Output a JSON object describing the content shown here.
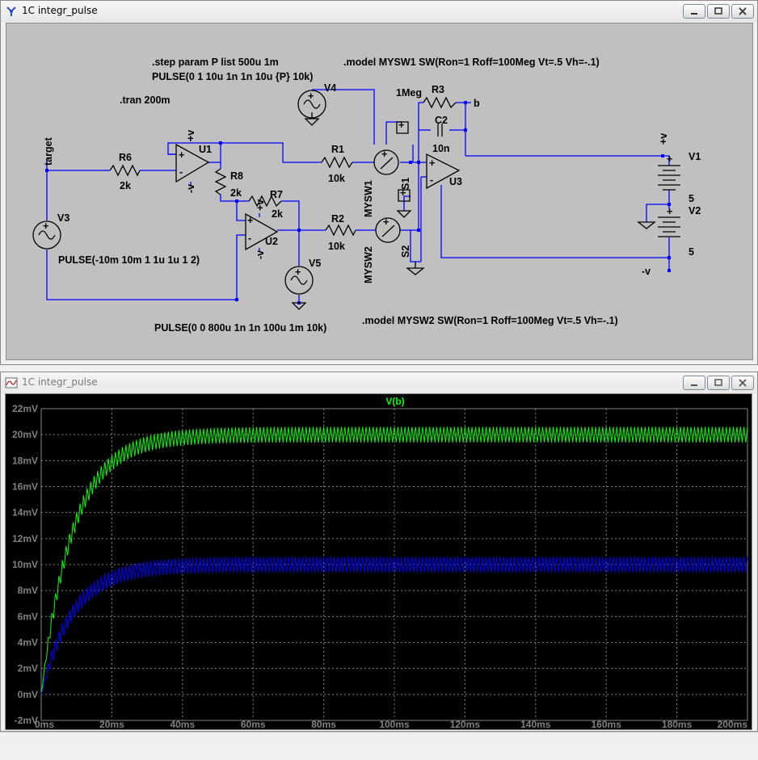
{
  "schematic_window": {
    "title": "1C integr_pulse"
  },
  "plot_window": {
    "title": "1C integr_pulse"
  },
  "schematic": {
    "directives": {
      "step": ".step param P list 500u 1m",
      "pulse_v4": "PULSE(0 1 10u 1n 1n 10u {P} 10k)",
      "tran": ".tran 200m",
      "model1": ".model MYSW1 SW(Ron=1 Roff=100Meg Vt=.5 Vh=-.1)",
      "model2": ".model MYSW2 SW(Ron=1 Roff=100Meg Vt=.5 Vh=-.1)",
      "pulse_v3": "PULSE(-10m 10m 1 1u 1u 1 2)",
      "pulse_v5": "PULSE(0 0 800u 1n 1n 100u 1m 10k)"
    },
    "labels": {
      "target": "target",
      "r6": "R6",
      "r6v": "2k",
      "u1": "U1",
      "r8": "R8",
      "r8v": "2k",
      "r7": "R7",
      "r7v": "2k",
      "u2": "U2",
      "r1": "R1",
      "r1v": "10k",
      "r2": "R2",
      "r2v": "10k",
      "v3": "V3",
      "v4": "V4",
      "v5": "V5",
      "mysw1": "MYSW1",
      "mysw2": "MYSW2",
      "s1": "S1",
      "s2": "S2",
      "r3": "R3",
      "r3v": "1Meg",
      "c2": "C2",
      "c2v": "10n",
      "u3": "U3",
      "b": "b",
      "v1": "V1",
      "v1v": "5",
      "v2": "V2",
      "v2v": "5",
      "plus_v": "+v",
      "minus_v": "-v",
      "plus_v_u1": "+v",
      "minus_v_u1": "-v",
      "plus_v_u2": "+v",
      "minus_v_u2": "-v",
      "plus_sign": "+",
      "minus_sign": "-"
    }
  },
  "chart_data": {
    "type": "line",
    "title": "V(b)",
    "xlabel": "",
    "ylabel": "",
    "x_ticks": [
      "0ms",
      "20ms",
      "40ms",
      "60ms",
      "80ms",
      "100ms",
      "120ms",
      "140ms",
      "160ms",
      "180ms",
      "200ms"
    ],
    "y_ticks": [
      "22mV",
      "20mV",
      "18mV",
      "16mV",
      "14mV",
      "12mV",
      "10mV",
      "8mV",
      "6mV",
      "4mV",
      "2mV",
      "0mV",
      "-2mV"
    ],
    "xlim": [
      0,
      200
    ],
    "ylim": [
      -2,
      22
    ],
    "grid": true,
    "series": [
      {
        "color": "#00ff00",
        "tau_ms": 9,
        "final_mV": 20,
        "ripple_mV": 0.6,
        "x": [
          0,
          10,
          20,
          30,
          40,
          60,
          80,
          100,
          150,
          200
        ],
        "values": [
          0,
          13,
          17.5,
          19.2,
          19.8,
          20,
          20,
          20,
          20,
          20
        ]
      },
      {
        "color": "#0000ff",
        "tau_ms": 9,
        "final_mV": 10,
        "ripple_mV": 0.6,
        "x": [
          0,
          10,
          20,
          30,
          40,
          60,
          80,
          100,
          150,
          200
        ],
        "values": [
          0,
          6.5,
          8.8,
          9.6,
          9.9,
          10,
          10,
          10,
          10,
          10
        ]
      }
    ]
  },
  "colors": {
    "schematic_bg": "#c0c0c0",
    "wire": "#0000ff",
    "component": "#000000",
    "plot_bg": "#000000",
    "grid": "#808080",
    "axis_text": "#808080"
  }
}
